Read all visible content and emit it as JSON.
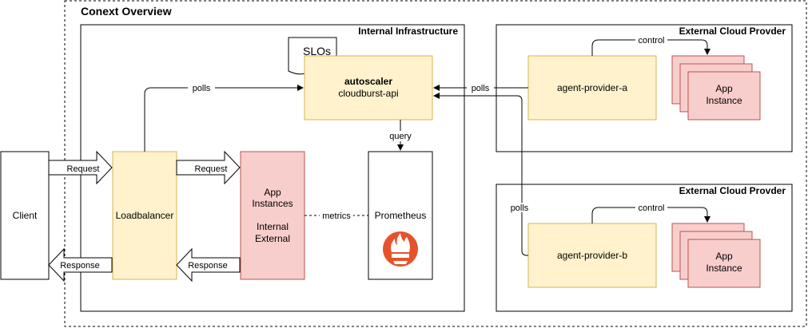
{
  "title": "Conext Overview",
  "groups": {
    "internal": "Internal Infrastructure",
    "external_a": "External Cloud Provder",
    "external_b": "External Cloud Provder"
  },
  "nodes": {
    "client": "Client",
    "loadbalancer": "Loadbalancer",
    "app_instances": {
      "line1": "App",
      "line2": "Instances",
      "line3": "Internal",
      "line4": "External"
    },
    "slos": "SLOs",
    "autoscaler": {
      "title": "autoscaler",
      "subtitle": "cloudburst-api"
    },
    "prometheus": "Prometheus",
    "agent_a": "agent-provider-a",
    "agent_b": "agent-provider-b",
    "app_instance_a": {
      "line1": "App",
      "line2": "Instance"
    },
    "app_instance_b": {
      "line1": "App",
      "line2": "Instance"
    }
  },
  "edges": {
    "request_1": "Request",
    "request_2": "Request",
    "response_1": "Response",
    "response_2": "Response",
    "polls_lb": "polls",
    "polls_a": "polls",
    "polls_b": "polls",
    "query": "query",
    "metrics": "metrics",
    "control_a": "control",
    "control_b": "control"
  },
  "colors": {
    "yellow_fill": "#fff2cc",
    "yellow_stroke": "#d6b656",
    "red_fill": "#f8cecc",
    "red_stroke": "#b85450",
    "prometheus_icon": "#e6522c"
  }
}
